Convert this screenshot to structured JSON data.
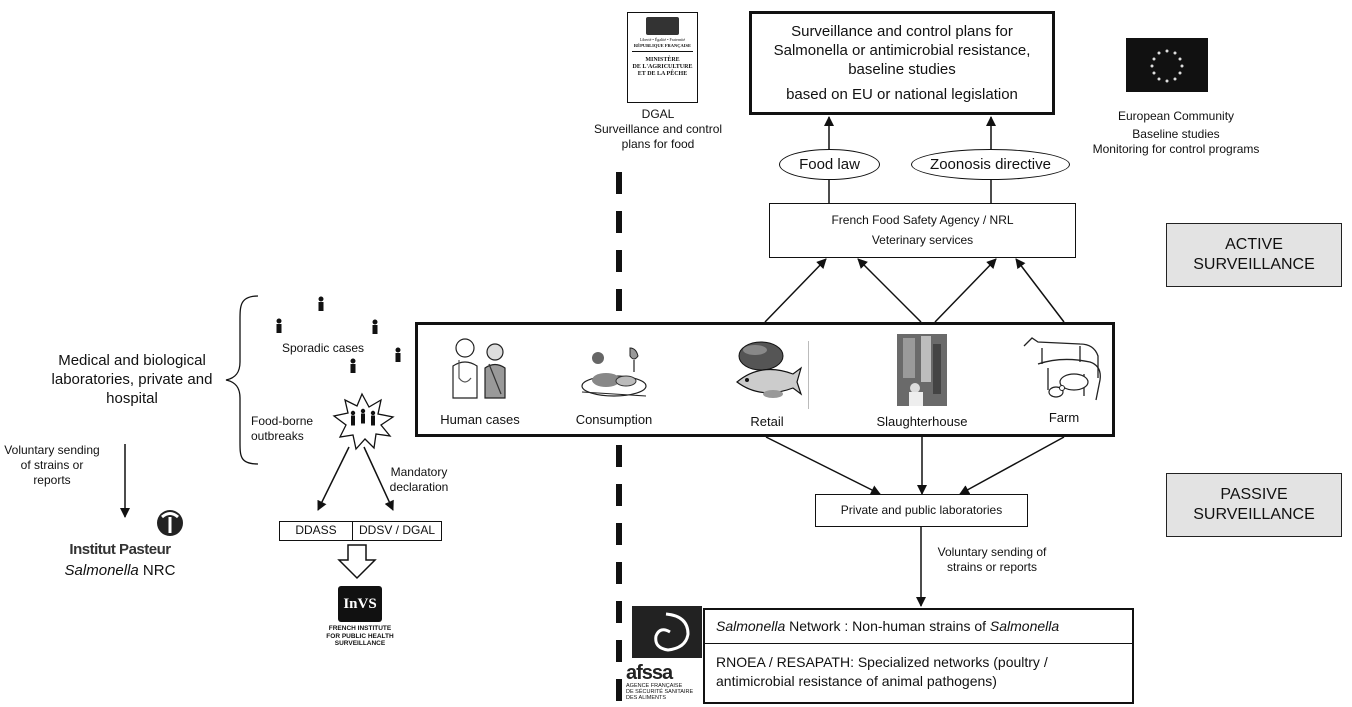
{
  "eu_box": {
    "line1": "Surveillance and control plans for",
    "line2": "Salmonella or antimicrobial resistance,",
    "line3": "baseline studies",
    "line4": "based on EU or national legislation"
  },
  "eu_community": {
    "title": "European Community",
    "line2": "Baseline studies",
    "line3": "Monitoring for control programs"
  },
  "ministry_logo": {
    "line1": "Liberté • Égalité • Fraternité",
    "line2": "RÉPUBLIQUE FRANÇAISE",
    "line3": "MINISTÈRE",
    "line4": "DE L'AGRICULTURE",
    "line5": "ET DE LA PÊCHE"
  },
  "dgal": {
    "title": "DGAL",
    "line2": "Surveillance and control",
    "line3": "plans for food"
  },
  "ovals": {
    "food_law": "Food law",
    "zoonosis": "Zoonosis directive"
  },
  "agency_box": {
    "line1": "French Food Safety Agency / NRL",
    "line2": "Veterinary services"
  },
  "active": {
    "line1": "ACTIVE",
    "line2": "SURVEILLANCE"
  },
  "passive": {
    "line1": "PASSIVE",
    "line2": "SURVEILLANCE"
  },
  "chain": {
    "stages": [
      "Human cases",
      "Consumption",
      "Retail",
      "Slaughterhouse",
      "Farm"
    ]
  },
  "left": {
    "medical_line1": "Medical and biological",
    "medical_line2": "laboratories, private and",
    "medical_line3": "hospital",
    "voluntary_line1": "Voluntary sending",
    "voluntary_line2": "of strains or",
    "voluntary_line3": "reports",
    "pasteur": "Institut Pasteur",
    "nrc_italic": "Salmonella",
    "nrc_rest": " NRC"
  },
  "cases": {
    "sporadic": "Sporadic cases",
    "foodborne_line1": "Food-borne",
    "foodborne_line2": "outbreaks",
    "mandatory_line1": "Mandatory",
    "mandatory_line2": "declaration"
  },
  "ddass_box": {
    "left": "DDASS",
    "right": "DDSV / DGAL"
  },
  "invs": {
    "logo": "InVS",
    "line1": "FRENCH INSTITUTE",
    "line2": "FOR PUBLIC HEALTH",
    "line3": "SURVEILLANCE"
  },
  "labs_box": "Private and public laboratories",
  "voluntary_right": {
    "line1": "Voluntary sending of",
    "line2": "strains or reports"
  },
  "network_box": {
    "row1_italic1": "Salmonella",
    "row1_text": " Network : Non-human strains of ",
    "row1_italic2": "Salmonella",
    "row2_line1": "RNOEA / RESAPATH: Specialized networks (poultry /",
    "row2_line2": "antimicrobial resistance of animal pathogens)"
  },
  "afssa": {
    "logo": "afssa",
    "line1": "AGENCE FRANÇAISE",
    "line2": "DE SÉCURITÉ SANITAIRE",
    "line3": "DES ALIMENTS"
  }
}
